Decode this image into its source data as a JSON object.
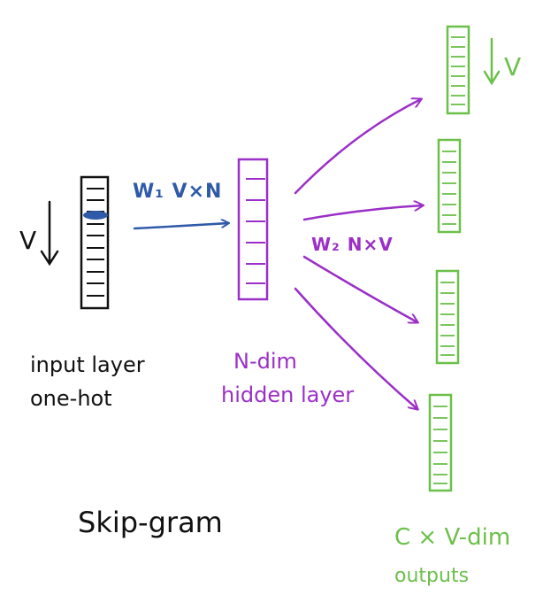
{
  "colors": {
    "ink": "#111111",
    "input_accent": "#2f5aa8",
    "hidden": "#9b2fc7",
    "output": "#6cc04a"
  },
  "input": {
    "dim_label": "V",
    "caption_line1": "input layer",
    "caption_line2": "one-hot"
  },
  "weights1": {
    "label": "W₁ V×N"
  },
  "hidden": {
    "caption_line1": "N-dim",
    "caption_line2": "hidden layer"
  },
  "weights2": {
    "label": "W₂ N×V"
  },
  "outputs": {
    "dim_label": "V",
    "caption_line1": "C × V-dim",
    "caption_line2": "outputs"
  },
  "title": "Skip-gram"
}
